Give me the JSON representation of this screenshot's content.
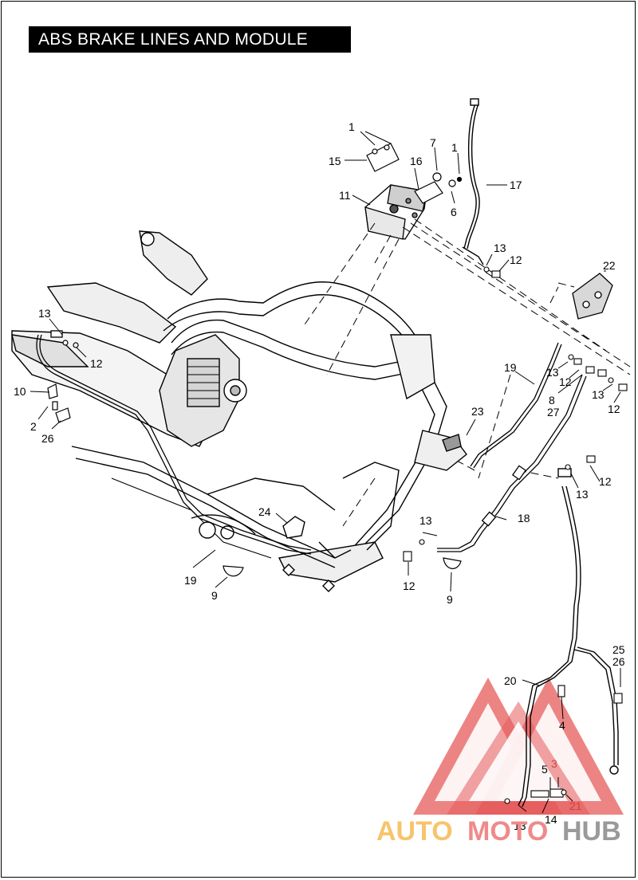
{
  "title": "ABS BRAKE LINES AND MODULE",
  "watermark": {
    "part1": "AUTO",
    "part2": "MOTO",
    "part3": "HUB",
    "color_auto": "#F7C46C",
    "color_moto": "#F08A8A",
    "color_hub": "#9A9A9A",
    "logo_color": "#E65B5B"
  },
  "callouts": [
    {
      "id": "c1a",
      "text": "1"
    },
    {
      "id": "c1b",
      "text": "1"
    },
    {
      "id": "c2",
      "text": "2"
    },
    {
      "id": "c3",
      "text": "3"
    },
    {
      "id": "c4",
      "text": "4"
    },
    {
      "id": "c5",
      "text": "5"
    },
    {
      "id": "c6",
      "text": "6"
    },
    {
      "id": "c7",
      "text": "7"
    },
    {
      "id": "c8",
      "text": "8"
    },
    {
      "id": "c9a",
      "text": "9"
    },
    {
      "id": "c9b",
      "text": "9"
    },
    {
      "id": "c10",
      "text": "10"
    },
    {
      "id": "c11",
      "text": "11"
    },
    {
      "id": "c12a",
      "text": "12"
    },
    {
      "id": "c12b",
      "text": "12"
    },
    {
      "id": "c12c",
      "text": "12"
    },
    {
      "id": "c12d",
      "text": "12"
    },
    {
      "id": "c12e",
      "text": "12"
    },
    {
      "id": "c12f",
      "text": "12"
    },
    {
      "id": "c13a",
      "text": "13"
    },
    {
      "id": "c13b",
      "text": "13"
    },
    {
      "id": "c13c",
      "text": "13"
    },
    {
      "id": "c13d",
      "text": "13"
    },
    {
      "id": "c13e",
      "text": "13"
    },
    {
      "id": "c13f",
      "text": "13"
    },
    {
      "id": "c13g",
      "text": "13"
    },
    {
      "id": "c14",
      "text": "14"
    },
    {
      "id": "c15",
      "text": "15"
    },
    {
      "id": "c16",
      "text": "16"
    },
    {
      "id": "c17",
      "text": "17"
    },
    {
      "id": "c18",
      "text": "18"
    },
    {
      "id": "c19a",
      "text": "19"
    },
    {
      "id": "c19b",
      "text": "19"
    },
    {
      "id": "c20",
      "text": "20"
    },
    {
      "id": "c21",
      "text": "21"
    },
    {
      "id": "c22",
      "text": "22"
    },
    {
      "id": "c23",
      "text": "23"
    },
    {
      "id": "c24",
      "text": "24"
    },
    {
      "id": "c25",
      "text": "25"
    },
    {
      "id": "c26a",
      "text": "26"
    },
    {
      "id": "c26b",
      "text": "26"
    },
    {
      "id": "c27",
      "text": "27"
    }
  ]
}
